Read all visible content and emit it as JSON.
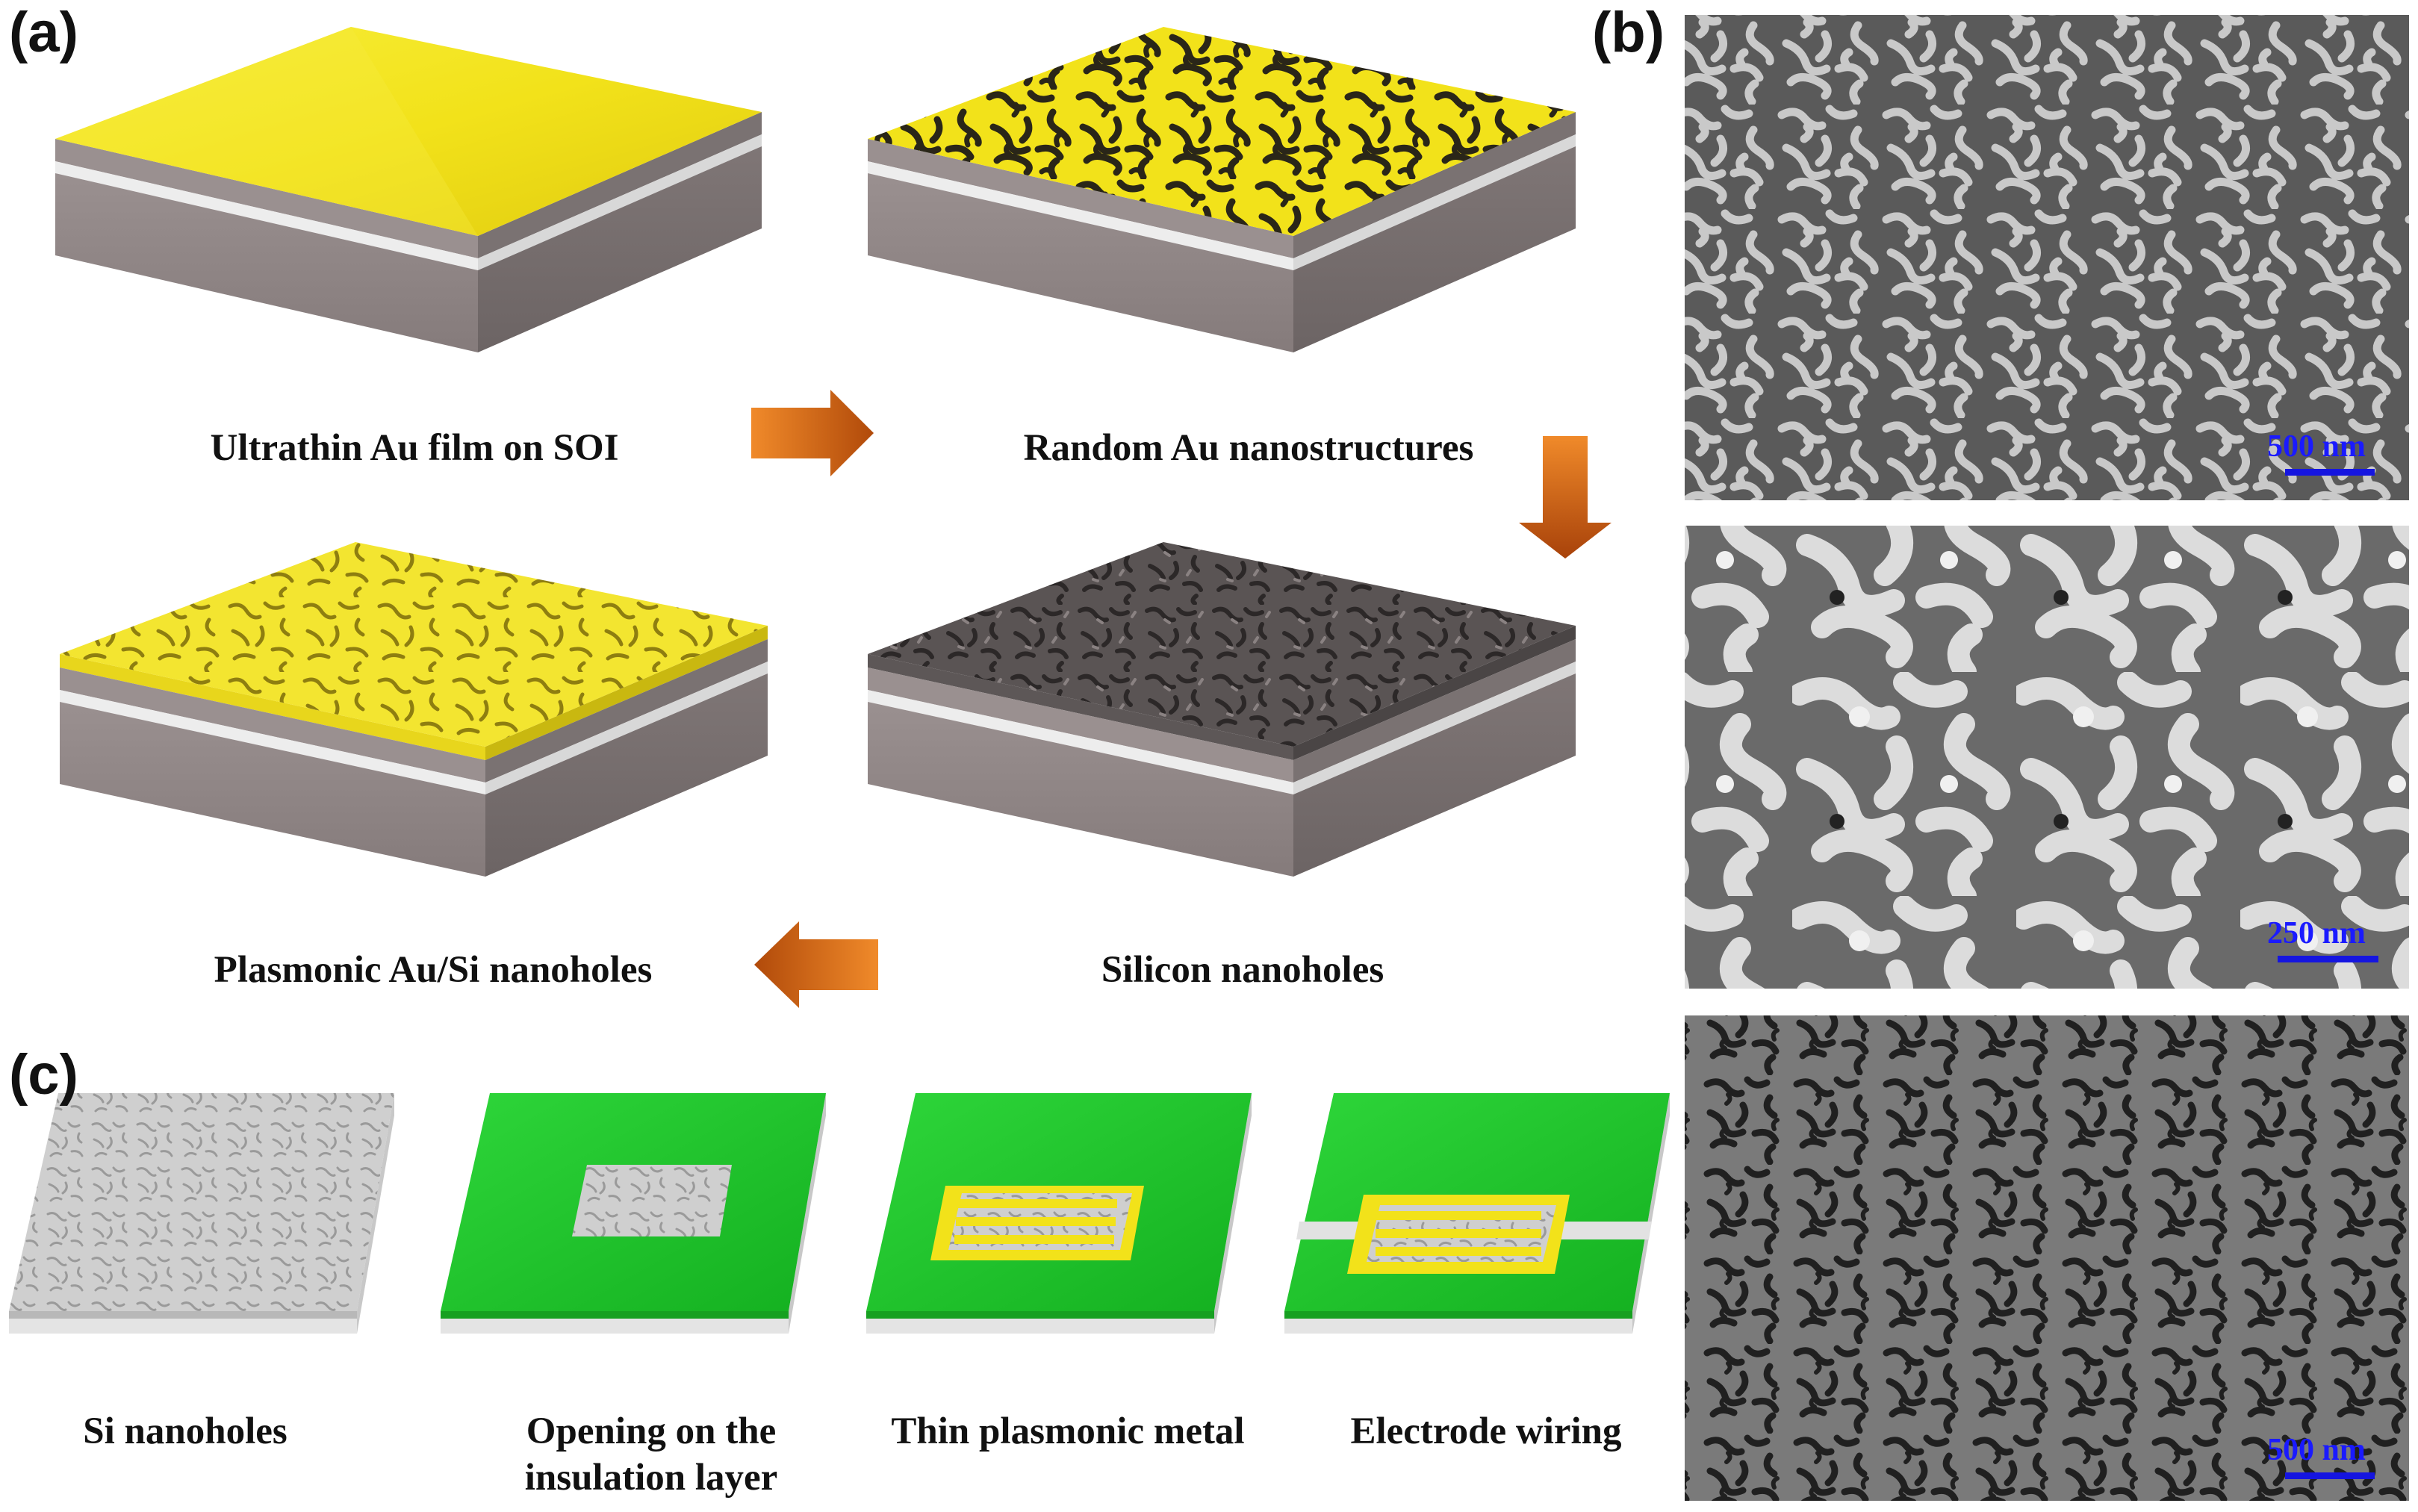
{
  "panels": {
    "a": "(a)",
    "b": "(b)",
    "c": "(c)"
  },
  "steps_a": [
    "Ultrathin Au film on SOI",
    "Random Au nanostructures",
    "Silicon nanoholes",
    "Plasmonic Au/Si nanoholes"
  ],
  "steps_c": [
    "Si nanoholes",
    "Opening on the insulation layer",
    "Thin plasmonic metal",
    "Electrode wiring"
  ],
  "steps_c_lines": {
    "opening_line1": "Opening on the",
    "opening_line2": "insulation layer"
  },
  "sem_scalebars": [
    "500 nm",
    "250 nm",
    "500 nm"
  ],
  "colors": {
    "gold": "#f2e21a",
    "silicon": "#8f8686",
    "oxide": "#e6e6e6",
    "insulation": "#1fc42a",
    "arrow": "#e0701a"
  }
}
